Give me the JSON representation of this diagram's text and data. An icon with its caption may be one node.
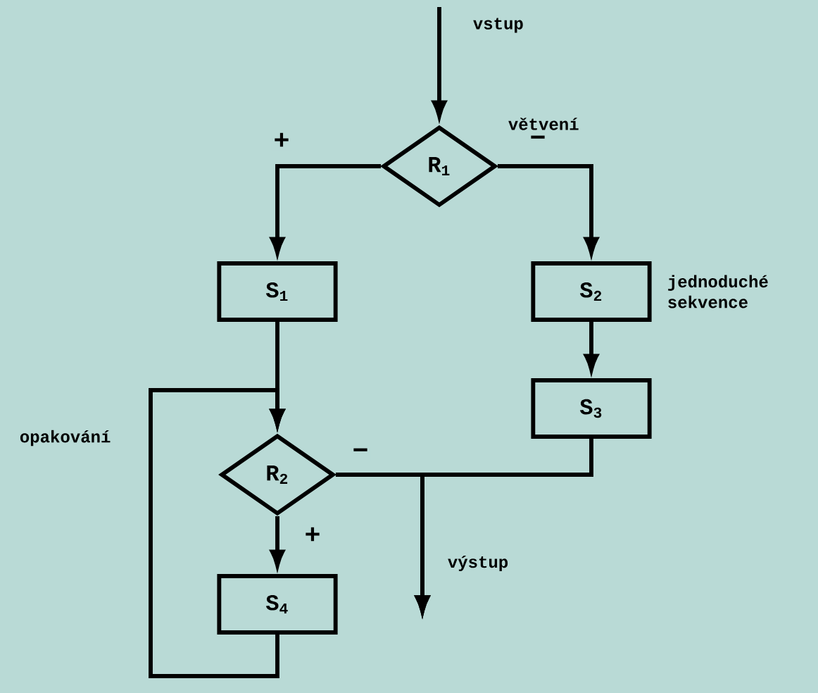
{
  "diagram": {
    "nodes": [
      {
        "text": [
          "R$_{1}$"
        ]
      },
      {
        "text": [
          "S$_{1}$"
        ]
      },
      {
        "text": [
          "S$_{2}$"
        ]
      },
      {
        "text": [
          "S$_{3}$"
        ]
      },
      {
        "text": [
          "R$_{2}$"
        ]
      },
      {
        "text": [
          "S$_{4}$"
        ]
      }
    ],
    "edges": [
      {
        "from": null,
        "to": 0,
        "arrow": "to"
      },
      {
        "from": 0,
        "to": 1,
        "arrow": "to",
        "label": "+"
      },
      {
        "from": 0,
        "to": 2,
        "arrow": "to",
        "label": "−"
      },
      {
        "from": 1,
        "to": 4,
        "arrow": "to"
      },
      {
        "from": 2,
        "to": 3,
        "arrow": "to"
      },
      {
        "from": 5,
        "to": 4,
        "arrow": "to"
      },
      {
        "from": 4,
        "to": 5,
        "arrow": "to",
        "label": "+"
      },
      {
        "from": 4,
        "to": null,
        "arrow": "to",
        "label": "−"
      },
      {
        "from": 3,
        "to": null,
        "arrow": "to"
      }
    ],
    "labels": [
      "vstup",
      "větvení",
      "jednoduché sekvence",
      "opakování",
      "výstup"
    ]
  }
}
